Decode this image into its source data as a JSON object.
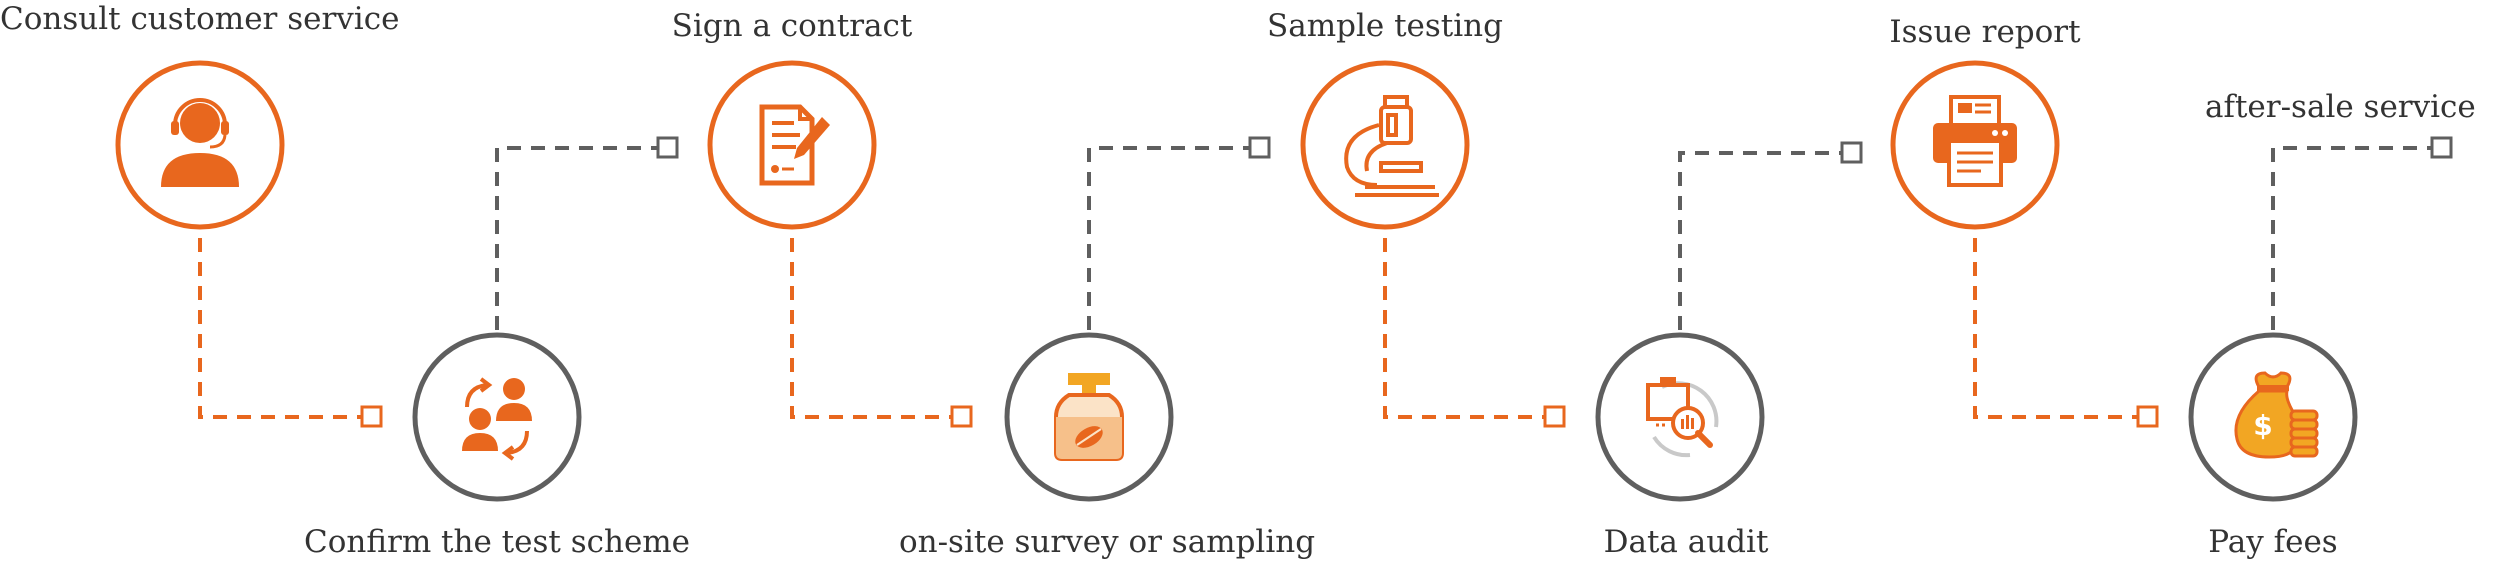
{
  "steps": [
    {
      "label": "Consult customer service",
      "icon": "customer-service-icon",
      "row": "top",
      "color": "#E8671E"
    },
    {
      "label": "Confirm the test scheme",
      "icon": "exchange-users-icon",
      "row": "bottom",
      "color": "#5F5F5F"
    },
    {
      "label": "Sign a contract",
      "icon": "contract-sign-icon",
      "row": "top",
      "color": "#E8671E"
    },
    {
      "label": "on-site survey or sampling",
      "icon": "sample-bottle-icon",
      "row": "bottom",
      "color": "#5F5F5F"
    },
    {
      "label": "Sample testing",
      "icon": "microscope-icon",
      "row": "top",
      "color": "#E8671E"
    },
    {
      "label": "Data audit",
      "icon": "data-audit-icon",
      "row": "bottom",
      "color": "#5F5F5F"
    },
    {
      "label": "Issue report",
      "icon": "printer-icon",
      "row": "top",
      "color": "#E8671E"
    },
    {
      "label": "Pay fees",
      "icon": "money-bag-icon",
      "row": "bottom",
      "color": "#5F5F5F"
    },
    {
      "label": "after-sale service",
      "icon": "",
      "row": "end",
      "color": "#5F5F5F"
    }
  ],
  "colors": {
    "accent": "#E8671E",
    "gray": "#5F5F5F",
    "text": "#333333"
  }
}
